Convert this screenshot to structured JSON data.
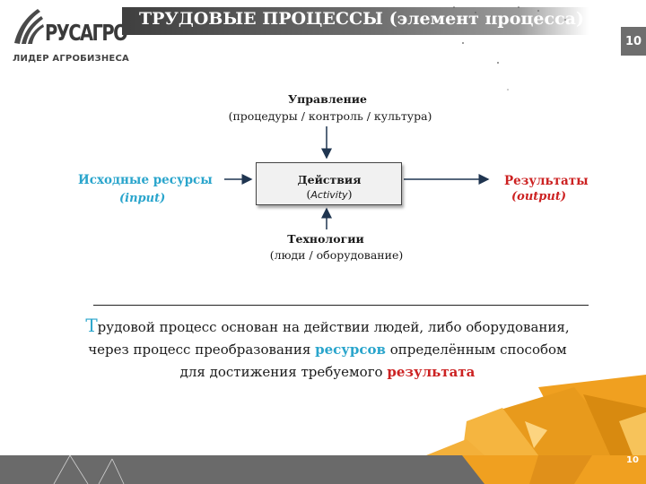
{
  "header": {
    "logo_name": "РУСАГРО",
    "logo_tagline": "ЛИДЕР АГРОБИЗНЕСА",
    "title": "ТРУДОВЫЕ ПРОЦЕССЫ (элемент процесса)",
    "page_number": "10"
  },
  "diagram": {
    "control_title": "Управление",
    "control_subtitle": "(процедуры  / контроль /   культура)",
    "activity_title": "Действия",
    "activity_open": "(",
    "activity_subtitle": "Activity",
    "activity_close": ")",
    "input_title": "Исходные ресурсы",
    "input_subtitle": "(input)",
    "output_title": "Результаты",
    "output_subtitle": "(output)",
    "mechanism_title": "Технологии",
    "mechanism_subtitle": "(люди  / оборудование)"
  },
  "description": {
    "line1_cap": "Т",
    "line1_rest": "рудовой процесс основан на действии людей, либо оборудования,",
    "line2_start": "через процесс преобразования ",
    "line2_highlight": "ресурсов",
    "line2_end": " определённым способом",
    "line3_start": "для достижения требуемого ",
    "line3_highlight": "результата"
  },
  "footer": {
    "page_number": "10"
  },
  "colors": {
    "input_accent": "#2aa5cc",
    "output_accent": "#cc2222",
    "header_bar": "#5a5a5a",
    "decor_gold": "#f0a020"
  }
}
